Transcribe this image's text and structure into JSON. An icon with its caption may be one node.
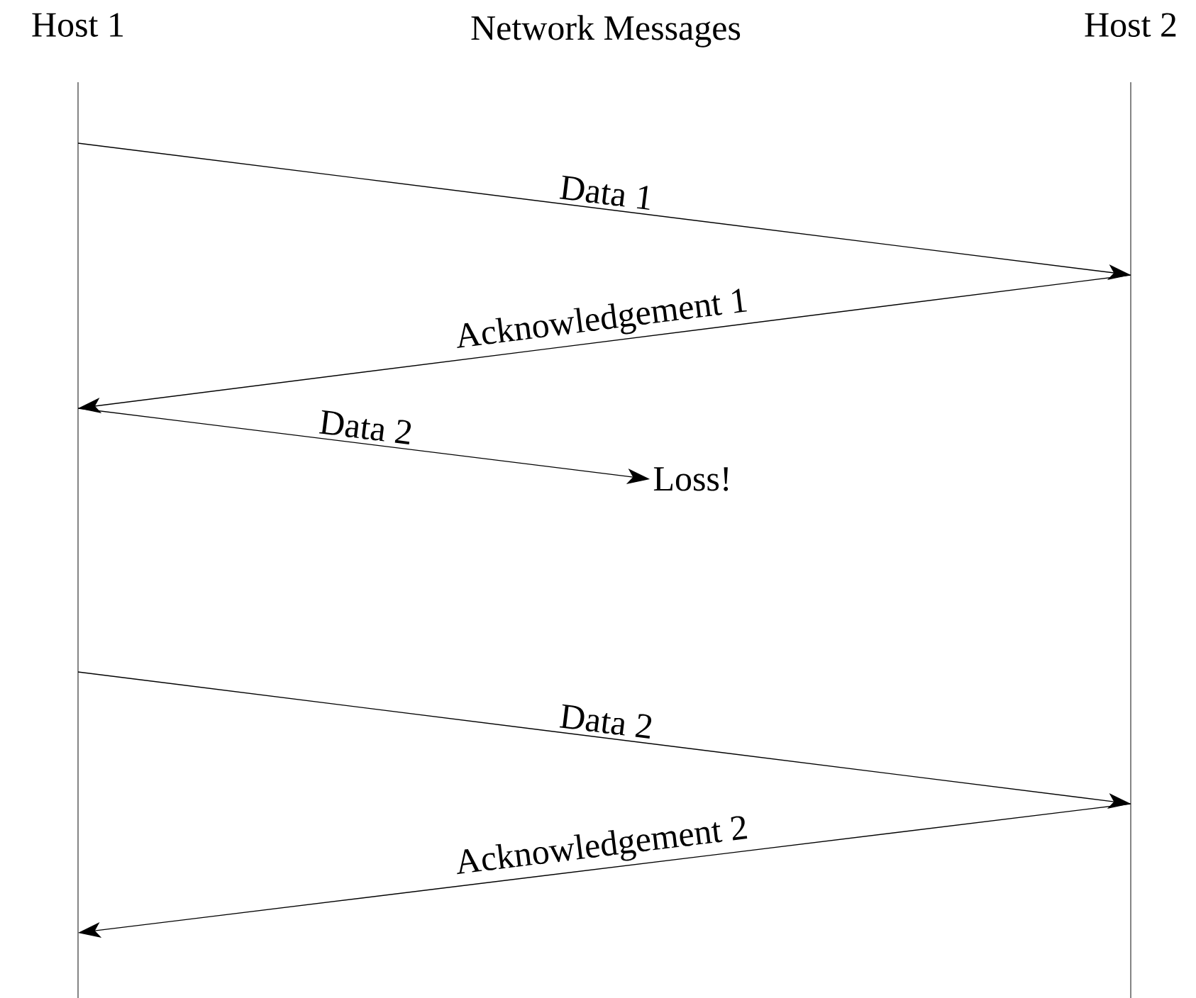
{
  "diagram": {
    "nodes": [
      {
        "text": [
          "Host 1"
        ]
      },
      {
        "text": [
          "Host 2"
        ]
      },
      {
        "text": [
          "Loss!"
        ]
      }
    ],
    "edges": [
      {
        "from": 0,
        "to": 1,
        "arrow": "to",
        "label": "Data 1"
      },
      {
        "from": 1,
        "to": 0,
        "arrow": "to",
        "label": "Acknowledgement 1"
      },
      {
        "from": 0,
        "to": 2,
        "arrow": "to",
        "label": "Data 2"
      },
      {
        "from": 0,
        "to": 1,
        "arrow": "to",
        "label": "Data 2"
      },
      {
        "from": 1,
        "to": 0,
        "arrow": "to",
        "label": "Acknowledgement 2"
      }
    ],
    "labels": [
      "Network Messages"
    ]
  }
}
